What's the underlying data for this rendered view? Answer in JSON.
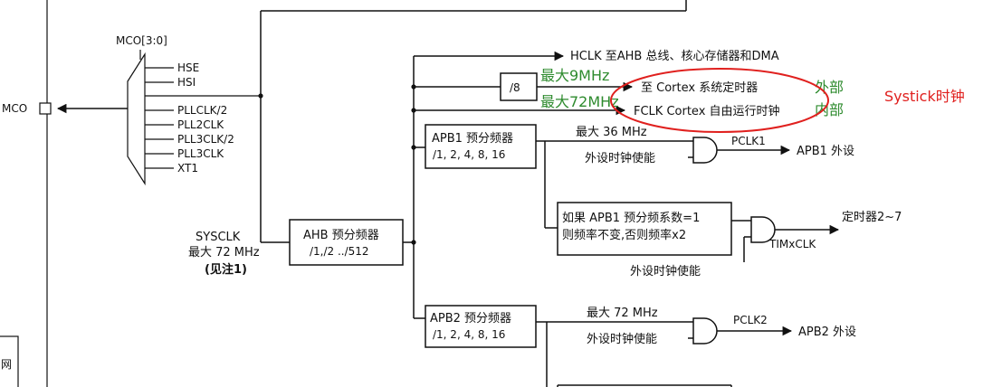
{
  "mco": {
    "pin_label": "MCO",
    "select_label": "MCO[3:0]",
    "inputs": [
      "HSE",
      "HSI",
      "PLLCLK/2",
      "PLL2CLK",
      "PLL3CLK/2",
      "PLL3CLK",
      "XT1"
    ]
  },
  "sysclk": {
    "label": "SYSCLK",
    "max": "最大 72 MHz",
    "note": "(见注1)"
  },
  "ahb": {
    "title": "AHB 预分频器",
    "ratios": "/1,/2 ../512"
  },
  "hclk_out": "HCLK 至AHB 总线、核心存储器和DMA",
  "div8": "/8",
  "cortex_timer": "至 Cortex 系统定时器",
  "fclk": "FCLK Cortex 自由运行时钟",
  "annotations": {
    "max_9": "最大9MHz",
    "max_72": "最大72MHz",
    "external": "外部",
    "internal": "内部",
    "systick": "Systick时钟"
  },
  "apb1": {
    "title": "APB1 预分频器",
    "ratios": "/1, 2, 4, 8, 16",
    "max": "最大 36 MHz",
    "enable": "外设时钟使能",
    "pclk": "PCLK1",
    "out": "APB1 外设"
  },
  "timer": {
    "cond_line1": "如果 APB1 预分频系数=1",
    "cond_line2": "则频率不变,否则频率x2",
    "enable": "外设时钟使能",
    "clk": "TIMxCLK",
    "out": "定时器2~7"
  },
  "apb2": {
    "title": "APB2 预分频器",
    "ratios": "/1, 2, 4, 8, 16",
    "max": "最大 72 MHz",
    "enable": "外设时钟使能",
    "pclk": "PCLK2",
    "out": "APB2 外设"
  },
  "left_box_text": "网"
}
